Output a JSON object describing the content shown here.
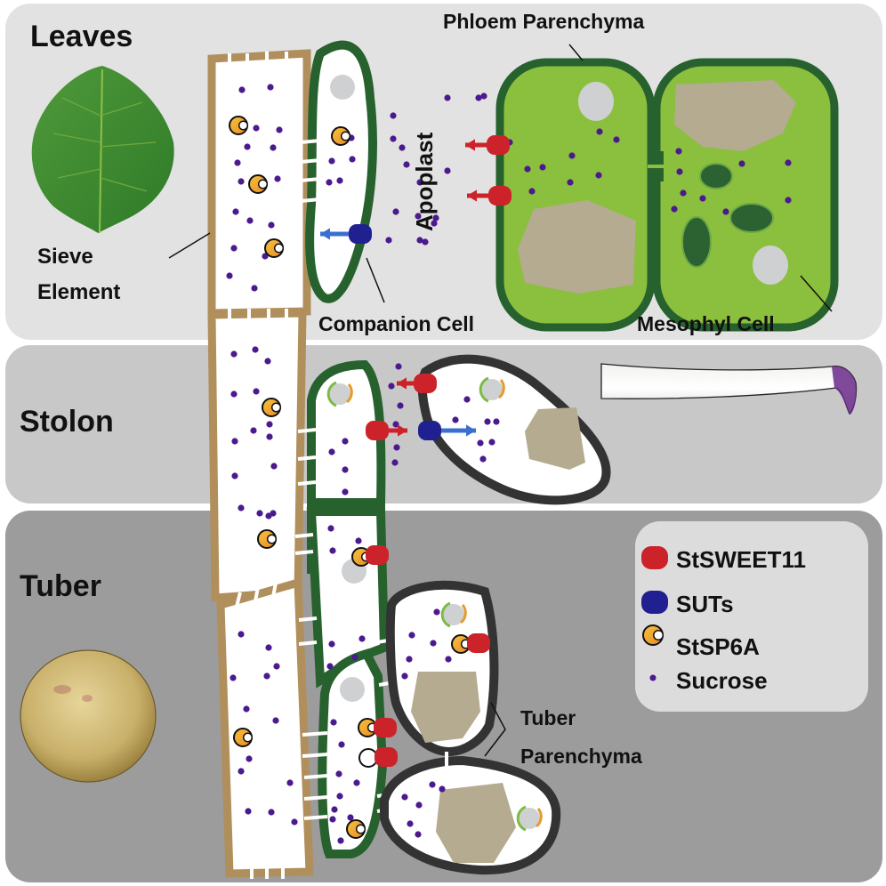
{
  "title": "Sucrose transport in potato: Leaves, Stolon, Tuber",
  "colors": {
    "leaves_bg": "#e2e2e2",
    "stolon_bg": "#c8c8c8",
    "tuber_bg": "#9c9c9c",
    "sieve_wall": "#b08f5c",
    "companion_wall": "#27622e",
    "mesophyll_fill": "#8bbf3e",
    "parenchyma_wall": "#333333",
    "sweet11": "#cc2229",
    "suts": "#202090",
    "sucrose": "#4b1a8e",
    "starch": "#b4ab90",
    "nucleus": "#cfd0d2",
    "transport_arrow": "#3a6fd0"
  },
  "regions": {
    "leaves": {
      "label": "Leaves"
    },
    "stolon": {
      "label": "Stolon"
    },
    "tuber": {
      "label": "Tuber"
    }
  },
  "labels": {
    "sieve_element_line1": "Sieve",
    "sieve_element_line2": "Element",
    "phloem_parenchyma": "Phloem Parenchyma",
    "apoplast": "Apoplast",
    "companion_cell": "Companion Cell",
    "mesophyl_cell": "Mesophyl Cell",
    "tuber_parenchyma_line1": "Tuber",
    "tuber_parenchyma_line2": "Parenchyma"
  },
  "legend": {
    "items": [
      {
        "icon": "sweet11-transporter-icon",
        "label": "StSWEET11"
      },
      {
        "icon": "sut-transporter-icon",
        "label": "SUTs"
      },
      {
        "icon": "stsp6a-protein-icon",
        "label": "StSP6A"
      },
      {
        "icon": "sucrose-dot-icon",
        "label": "Sucrose"
      }
    ]
  },
  "photos": {
    "leaf": "leaf-photo",
    "stolon": "stolon-photo",
    "tuber": "potato-tuber-photo"
  }
}
